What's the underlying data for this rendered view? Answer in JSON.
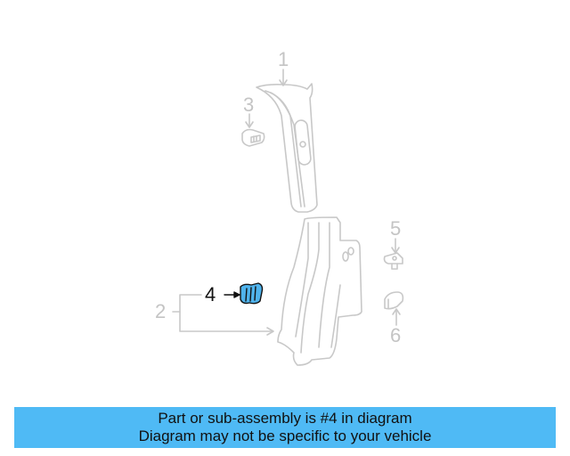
{
  "diagram": {
    "callouts": [
      {
        "id": "1",
        "label": "1"
      },
      {
        "id": "2",
        "label": "2"
      },
      {
        "id": "3",
        "label": "3"
      },
      {
        "id": "4",
        "label": "4"
      },
      {
        "id": "5",
        "label": "5"
      },
      {
        "id": "6",
        "label": "6"
      }
    ],
    "highlighted_part": "4",
    "colors": {
      "line": "#c8c8c8",
      "highlight_fill": "#4fb3ec",
      "highlight_stroke": "#111111",
      "banner": "#4fbaf5"
    }
  },
  "banner": {
    "line1": "Part or sub-assembly is #4 in diagram",
    "line2": "Diagram may not be specific to your vehicle"
  }
}
